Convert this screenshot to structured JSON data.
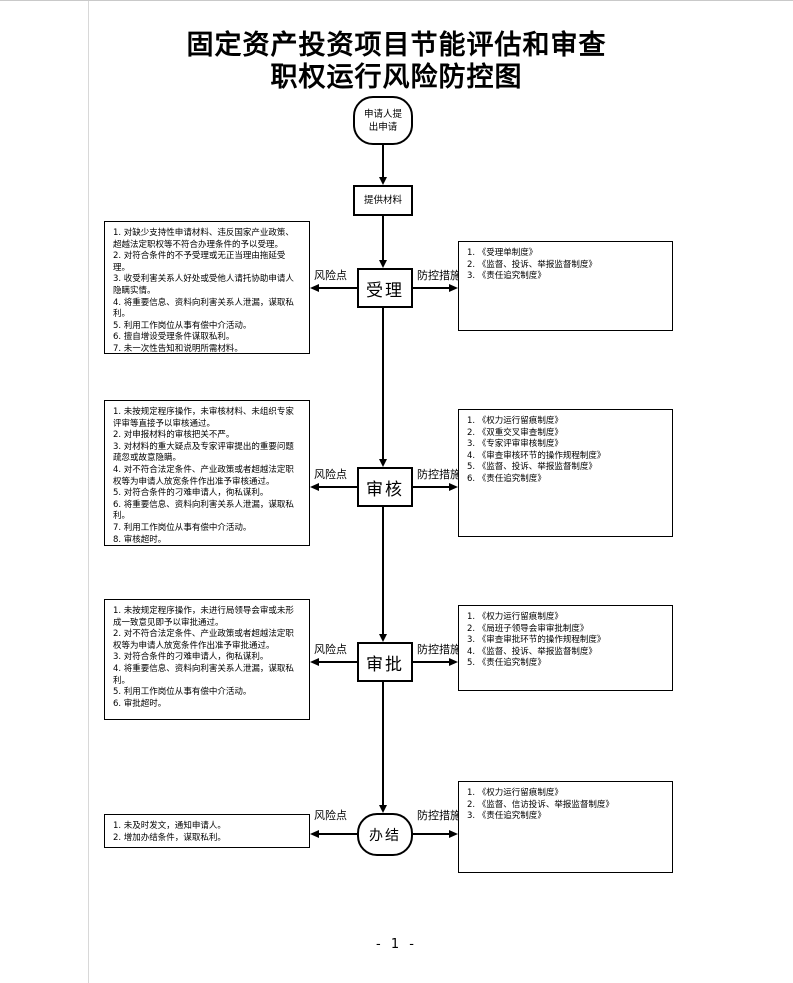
{
  "page": {
    "title_line1": "固定资产投资项目节能评估和审查",
    "title_line2": "职权运行风险防控图",
    "footer": "- 1 -"
  },
  "labels": {
    "risk": "风险点",
    "measure": "防控措施"
  },
  "flow": {
    "start": "申请人提出申请",
    "provide": "提供材料"
  },
  "stages": [
    {
      "name": "受理",
      "risks": [
        "1. 对缺少支持性申请材料、违反国家产业政策、超越法定职权等不符合办理条件的予以受理。",
        "2. 对符合条件的不予受理或无正当理由拖延受理。",
        "3. 收受利害关系人好处或受他人请托协助申请人隐瞒实情。",
        "4. 将重要信息、资料向利害关系人泄漏，谋取私利。",
        "5. 利用工作岗位从事有偿中介活动。",
        "6. 擅自增设受理条件谋取私利。",
        "7. 未一次性告知和说明所需材料。"
      ],
      "measures": [
        "1. 《受理单制度》",
        "2. 《监督、投诉、举报监督制度》",
        "3. 《责任追究制度》"
      ]
    },
    {
      "name": "审核",
      "risks": [
        "1. 未按规定程序操作，未审核材料、未组织专家评审等直接予以审核通过。",
        "2. 对申报材料的审核把关不严。",
        "3. 对材料的重大疑点及专家评审提出的重要问题疏忽或故意隐瞒。",
        "4. 对不符合法定条件、产业政策或者超越法定职权等为申请人放宽条件作出准予审核通过。",
        "5. 对符合条件的刁难申请人，徇私谋利。",
        "6. 将重要信息、资料向利害关系人泄漏，谋取私利。",
        "7. 利用工作岗位从事有偿中介活动。",
        "8. 审核超时。"
      ],
      "measures": [
        "1. 《权力运行留痕制度》",
        "2. 《双重交叉审查制度》",
        "3. 《专家评审审核制度》",
        "4. 《审查审核环节的操作规程制度》",
        "5. 《监督、投诉、举报监督制度》",
        "6. 《责任追究制度》"
      ]
    },
    {
      "name": "审批",
      "risks": [
        "1. 未按规定程序操作，未进行局领导会审或未形成一致意见即予以审批通过。",
        "2. 对不符合法定条件、产业政策或者超越法定职权等为申请人放宽条件作出准予审批通过。",
        "3. 对符合条件的刁难申请人，徇私谋利。",
        "4. 将重要信息、资料向利害关系人泄漏，谋取私利。",
        "5. 利用工作岗位从事有偿中介活动。",
        "6. 审批超时。"
      ],
      "measures": [
        "1. 《权力运行留痕制度》",
        "2. 《局班子领导会审审批制度》",
        "3. 《审查审批环节的操作规程制度》",
        "4. 《监督、投诉、举报监督制度》",
        "5. 《责任追究制度》"
      ]
    },
    {
      "name": "办结",
      "risks": [
        "1. 未及时发文，通知申请人。",
        "2. 增加办结条件，谋取私利。"
      ],
      "measures": [
        "1. 《权力运行留痕制度》",
        "2. 《监督、信访投诉、举报监督制度》",
        "3. 《责任追究制度》"
      ]
    }
  ]
}
